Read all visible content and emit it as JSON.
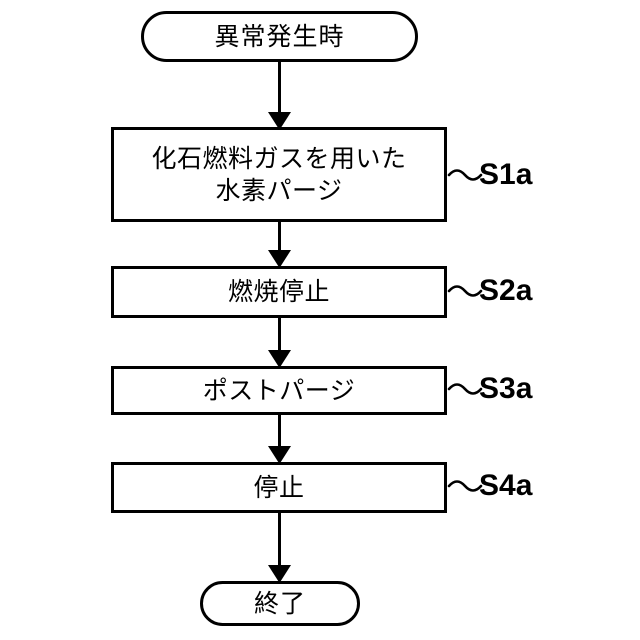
{
  "diagram": {
    "title_text": "異常発生時",
    "background_color": "#ffffff",
    "stroke_color": "#000000",
    "start_node": {
      "label": "異常発生時",
      "shape": "stadium"
    },
    "end_node": {
      "label": "終了",
      "shape": "stadium"
    },
    "steps": [
      {
        "label": "化石燃料ガスを用いた\n水素パージ",
        "step_id": "S1a",
        "shape": "rectangle"
      },
      {
        "label": "燃焼停止",
        "step_id": "S2a",
        "shape": "rectangle"
      },
      {
        "label": "ポストパージ",
        "step_id": "S3a",
        "shape": "rectangle"
      },
      {
        "label": "停止",
        "step_id": "S4a",
        "shape": "rectangle"
      }
    ]
  }
}
